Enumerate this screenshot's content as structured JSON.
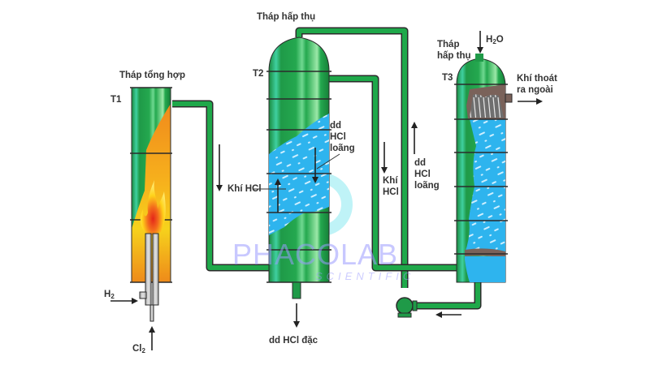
{
  "diagram": {
    "title": "HCl production process diagram",
    "towers": [
      {
        "id": "T1",
        "tag": "T1",
        "name": "Tháp tổng hợp"
      },
      {
        "id": "T2",
        "tag": "T2",
        "name": "Tháp hấp thụ"
      },
      {
        "id": "T3",
        "tag": "T3",
        "name_line1": "Tháp",
        "name_line2": "hấp thụ"
      }
    ],
    "labels": {
      "h2_main": "H",
      "h2_sub": "2",
      "cl2_main": "Cl",
      "cl2_sub": "2",
      "h2o_main": "H",
      "h2o_sub": "2",
      "h2o_tail": "O",
      "khi_hcl_t2": "Khí HCl",
      "dd_hcl_loang_t2": [
        "dd",
        "HCl",
        "loãng"
      ],
      "khi_hcl_pipe": [
        "Khí",
        "HCl"
      ],
      "dd_hcl_loang_pipe": [
        "dd",
        "HCl",
        "loãng"
      ],
      "khi_thoat": [
        "Khí thoát",
        "ra ngoài"
      ],
      "dd_hcl_dac": "dd HCl đặc"
    },
    "watermark": {
      "main": "PHACOLAB",
      "sub": "SCIENTIFIC"
    },
    "colors": {
      "tower_green": "#1f9a48",
      "tower_light": "#5fd07e",
      "liquid_blue": "#2eb4ee",
      "flame_orange": "#f08a1c",
      "flame_yellow": "#ffe014",
      "packing_brown": "#7a625a",
      "outline": "#2b2b2b"
    }
  }
}
